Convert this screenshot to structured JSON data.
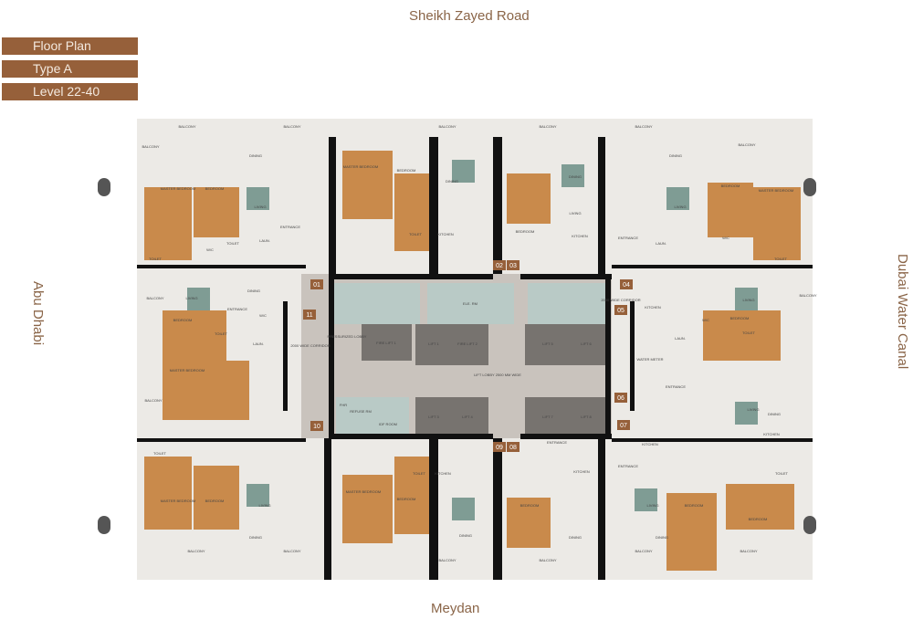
{
  "labels": {
    "floor_plan": "Floor Plan",
    "type": "Type A",
    "level": "Level 22-40"
  },
  "directions": {
    "north": "Sheikh Zayed Road",
    "south": "Meydan",
    "west": "Abu Dhabi",
    "east": "Dubai Water Canal"
  },
  "colors": {
    "label_bg": "#96603a",
    "label_text": "#f3e9df",
    "road_text": "#8a6548",
    "wood": "#c98a4b",
    "tile": "#eceae6",
    "core": "#c9c3bd",
    "lift": "#77736f",
    "stair": "#b9cac6",
    "wall": "#111111"
  },
  "unit_numbers": [
    "01",
    "02",
    "03",
    "04",
    "05",
    "06",
    "07",
    "08",
    "09",
    "10",
    "11"
  ],
  "core": {
    "lifts": [
      "LIFT 1",
      "FIRE LIFT 2",
      "LIFT 5",
      "LIFT 6",
      "LIFT 3",
      "LIFT 4",
      "LIFT 7",
      "LIFT 8"
    ],
    "fire_lift": "FIRE LIFT 1",
    "ele_room": "ELE. RM",
    "pressurized_lobby": "PRESSURIZED LOBBY",
    "lift_lobby": "LIFT LOBBY 2500 MM WIDE",
    "corridor_left": "2000 WIDE CORRIDOR",
    "corridor_right": "2000 WIDE CORRIDOR",
    "fhr": "FHR",
    "refuse": "REFUSE RM",
    "idf": "IDF ROOM",
    "water_meter": "WATER METER"
  },
  "rooms": {
    "balcony": "BALCONY",
    "dining": "DINING",
    "living": "LIVING",
    "bedroom": "BEDROOM",
    "master": "MASTER BEDROOM",
    "kitchen": "KITCHEN",
    "toilet": "TOILET",
    "entrance": "ENTRANCE",
    "wic": "W/C",
    "laun": "LAUN."
  }
}
